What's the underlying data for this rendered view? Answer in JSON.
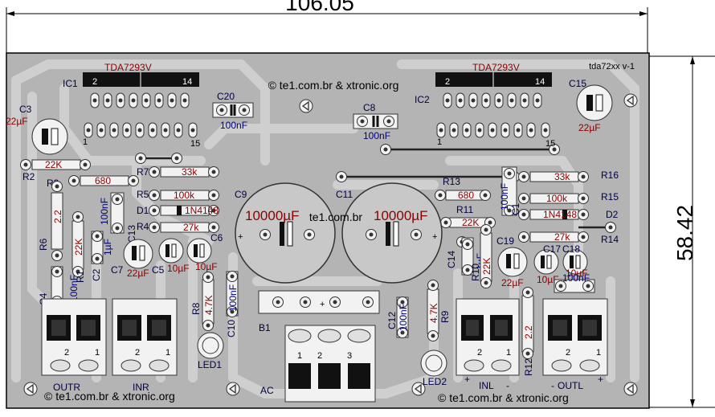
{
  "dimensions": {
    "width": "106.05",
    "height": "58.42"
  },
  "header": {
    "version": "tda72xx v-1"
  },
  "copyright": {
    "top": "© te1.com.br & xtronic.org",
    "center": "te1.com.br",
    "bottom_left": "© te1.com.br & xtronic.org",
    "bottom_right": "© te1.com.br & xtronic.org"
  },
  "ic": {
    "ic1": {
      "ref": "IC1",
      "part": "TDA7293V",
      "pin_first": "1",
      "pin_second": "2",
      "pin_14": "14",
      "pin_15": "15"
    },
    "ic2": {
      "ref": "IC2",
      "part": "TDA7293V",
      "pin_first": "1",
      "pin_second": "2",
      "pin_14": "14",
      "pin_15": "15"
    }
  },
  "components": {
    "C3": "C3",
    "C3v": "22µF",
    "C20": "C20",
    "C20v": "100nF",
    "C8": "C8",
    "C8v": "100nF",
    "C15": "C15",
    "C15v": "22µF",
    "R2": "R2",
    "R2v": "22K",
    "R3": "R3",
    "R3v": "680",
    "R7": "R7",
    "R7v": "33k",
    "R5": "R5",
    "R5v": "100k",
    "D1": "D1",
    "D1v": "1N4148",
    "R4": "R4",
    "R4v": "27k",
    "C9": "C9",
    "C9v": "10000µF",
    "C11": "C11",
    "C11v": "10000µF",
    "R13": "R13",
    "R13v": "680",
    "R11": "R11",
    "R11v": "22K",
    "R16": "R16",
    "R16v": "33k",
    "R15": "R15",
    "R15v": "100k",
    "D2": "D2",
    "D2v": "1N4148",
    "R14": "R14",
    "R14v": "27k",
    "C1": "C1",
    "C1v": "100nF",
    "R6": "R6",
    "R6v": "2.2",
    "R1": "R1",
    "R1v": "22K",
    "C13": "C13",
    "C13v": "100nF",
    "C2": "C2",
    "C2v": "1µF",
    "C7": "C7",
    "C7v": "22µF",
    "C5": "C5",
    "C5v": "10µF",
    "C6": "C6",
    "C6v": "10µF",
    "C4": "C4",
    "C4v": "100nF",
    "R8": "R8",
    "R8v": "4.7K",
    "C10": "C10",
    "C10v": "100nF",
    "C12": "C12",
    "C12v": "100nF",
    "R9": "R9",
    "R9v": "4.7K",
    "C14": "C14",
    "C14v": "1µF",
    "R10": "R10",
    "R10v": "22K",
    "C19": "C19",
    "C19v": "22µF",
    "C17": "C17",
    "C17v": "10µF",
    "C18": "C18",
    "C18v": "10µF",
    "C16": "C16",
    "C16v": "100nF",
    "R12": "R12",
    "R12v": "2.2",
    "B1": "B1",
    "LED1": "LED1",
    "LED2": "LED2"
  },
  "connectors": {
    "outr": "OUTR",
    "inr": "INR",
    "ac": "AC",
    "inl": "INL",
    "outl": "OUTL",
    "pin1": "1",
    "pin2": "2",
    "pin3": "3",
    "plus": "+",
    "minus": "-"
  },
  "colors": {
    "board": "#b4b4b4",
    "copper": "#f2f2f2",
    "trace_dark": "#555555",
    "label_red": "#8b0000",
    "label_blue": "#000044"
  }
}
